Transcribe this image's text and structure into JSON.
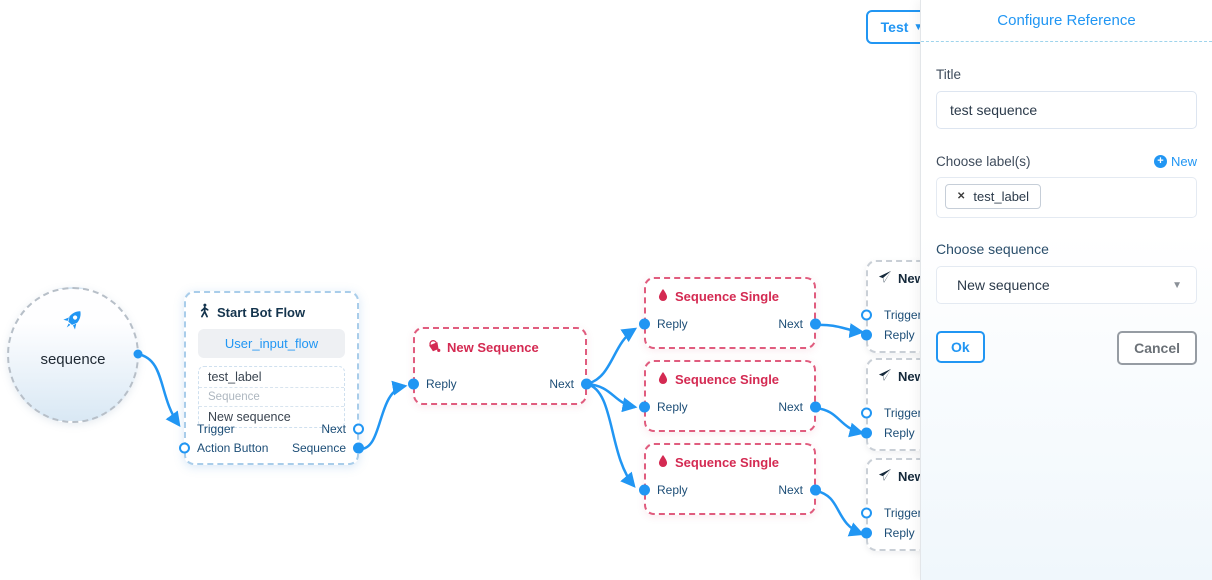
{
  "colors": {
    "accent_blue": "#2196f3",
    "node_red": "#d42a52",
    "dark_navy": "#14344d",
    "port_label": "#1d4e77"
  },
  "toolbar": {
    "test_button": "Test"
  },
  "panel": {
    "header": "Configure Reference",
    "title_label": "Title",
    "title_value": "test sequence",
    "labels_label": "Choose label(s)",
    "new_label_link": "New",
    "label_tags": [
      {
        "remove": "✕",
        "text": "test_label"
      }
    ],
    "sequence_label": "Choose sequence",
    "sequence_value": "New sequence",
    "ok_button": "Ok",
    "cancel_button": "Cancel"
  },
  "canvas": {
    "circle_node": {
      "label": "sequence"
    },
    "start_node": {
      "title": "Start Bot Flow",
      "flow_link": "User_input_flow",
      "label_value": "test_label",
      "sequence_placeholder": "Sequence",
      "sequence_value": "New sequence",
      "port_trigger": "Trigger",
      "port_next": "Next",
      "port_action_button": "Action Button",
      "port_sequence": "Sequence"
    },
    "new_sequence_node": {
      "title": "New Sequence",
      "port_reply": "Reply",
      "port_next": "Next"
    },
    "single_nodes": [
      {
        "title": "Sequence Single",
        "port_reply": "Reply",
        "port_next": "Next"
      },
      {
        "title": "Sequence Single",
        "port_reply": "Reply",
        "port_next": "Next"
      },
      {
        "title": "Sequence Single",
        "port_reply": "Reply",
        "port_next": "Next"
      }
    ],
    "message_nodes": [
      {
        "title": "New",
        "port_trigger": "Trigger",
        "port_reply": "Reply"
      },
      {
        "title": "New",
        "port_trigger": "Trigger",
        "port_reply": "Reply"
      },
      {
        "title": "New",
        "port_trigger": "Trigger",
        "port_reply": "Reply"
      }
    ]
  }
}
